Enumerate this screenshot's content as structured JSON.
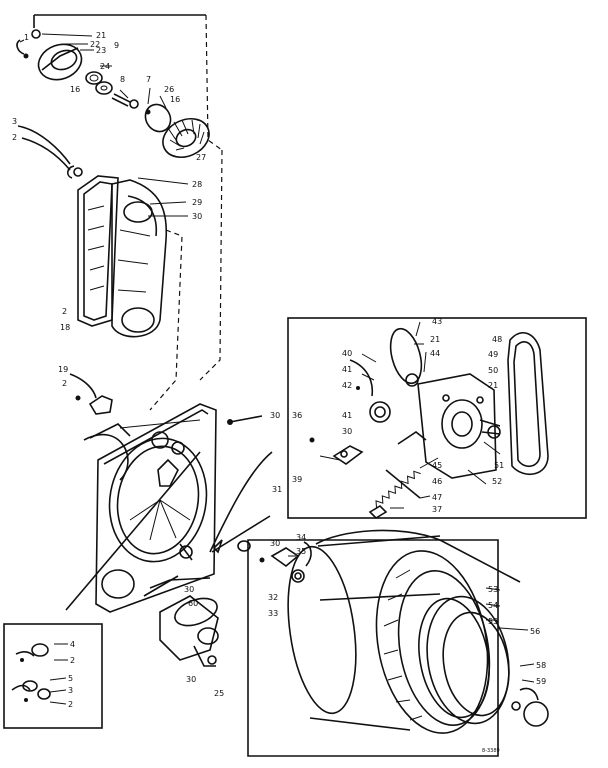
{
  "diagram": {
    "drawing_tag": "8-3389",
    "callouts": [
      {
        "id": "c-1",
        "text": "1"
      },
      {
        "id": "c-21a",
        "text": "21"
      },
      {
        "id": "c-22",
        "text": "22"
      },
      {
        "id": "c-9",
        "text": "9"
      },
      {
        "id": "c-23",
        "text": "23"
      },
      {
        "id": "c-24",
        "text": "24"
      },
      {
        "id": "c-8",
        "text": "8"
      },
      {
        "id": "c-7",
        "text": "7"
      },
      {
        "id": "c-26",
        "text": "26"
      },
      {
        "id": "c-16a",
        "text": "16"
      },
      {
        "id": "c-16b",
        "text": "16"
      },
      {
        "id": "c-27",
        "text": "27"
      },
      {
        "id": "c-3a",
        "text": "3"
      },
      {
        "id": "c-2a",
        "text": "2"
      },
      {
        "id": "c-28",
        "text": "28"
      },
      {
        "id": "c-29",
        "text": "29"
      },
      {
        "id": "c-30a",
        "text": "30"
      },
      {
        "id": "c-2b",
        "text": "2"
      },
      {
        "id": "c-18",
        "text": "18"
      },
      {
        "id": "c-19",
        "text": "19"
      },
      {
        "id": "c-2c",
        "text": "2"
      },
      {
        "id": "c-30b",
        "text": "30"
      },
      {
        "id": "c-43",
        "text": "43"
      },
      {
        "id": "c-21b",
        "text": "21"
      },
      {
        "id": "c-40",
        "text": "40"
      },
      {
        "id": "c-44",
        "text": "44"
      },
      {
        "id": "c-48",
        "text": "48"
      },
      {
        "id": "c-49",
        "text": "49"
      },
      {
        "id": "c-50",
        "text": "50"
      },
      {
        "id": "c-21c",
        "text": "21"
      },
      {
        "id": "c-41a",
        "text": "41"
      },
      {
        "id": "c-42",
        "text": "42"
      },
      {
        "id": "c-41b",
        "text": "41"
      },
      {
        "id": "c-36",
        "text": "36"
      },
      {
        "id": "c-30c",
        "text": "30"
      },
      {
        "id": "c-39",
        "text": "39"
      },
      {
        "id": "c-45",
        "text": "45"
      },
      {
        "id": "c-51",
        "text": "51"
      },
      {
        "id": "c-52",
        "text": "52"
      },
      {
        "id": "c-46",
        "text": "46"
      },
      {
        "id": "c-47",
        "text": "47"
      },
      {
        "id": "c-37",
        "text": "37"
      },
      {
        "id": "c-31",
        "text": "31"
      },
      {
        "id": "c-30d",
        "text": "30"
      },
      {
        "id": "c-34",
        "text": "34"
      },
      {
        "id": "c-35",
        "text": "35"
      },
      {
        "id": "c-32",
        "text": "32"
      },
      {
        "id": "c-33",
        "text": "33"
      },
      {
        "id": "c-53",
        "text": "53"
      },
      {
        "id": "c-54",
        "text": "54"
      },
      {
        "id": "c-55",
        "text": "55"
      },
      {
        "id": "c-56",
        "text": "56"
      },
      {
        "id": "c-58",
        "text": "58"
      },
      {
        "id": "c-59",
        "text": "59"
      },
      {
        "id": "c-30e",
        "text": "30"
      },
      {
        "id": "c-60",
        "text": "60"
      },
      {
        "id": "c-30f",
        "text": "30"
      },
      {
        "id": "c-25",
        "text": "25"
      },
      {
        "id": "c-4",
        "text": "4"
      },
      {
        "id": "c-2d",
        "text": "2"
      },
      {
        "id": "c-5",
        "text": "5"
      },
      {
        "id": "c-3b",
        "text": "3"
      },
      {
        "id": "c-2e",
        "text": "2"
      }
    ]
  }
}
